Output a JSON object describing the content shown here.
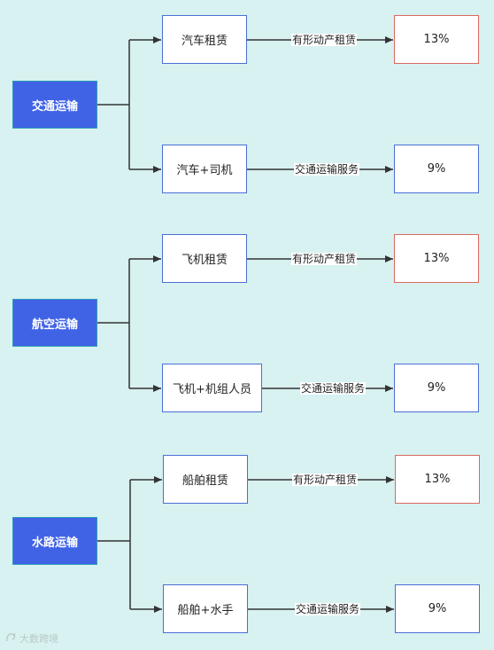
{
  "groups": [
    {
      "category": "交通运输",
      "items": [
        {
          "name": "汽车租赁",
          "service": "有形动产租赁",
          "rate": "13%"
        },
        {
          "name": "汽车+司机",
          "service": "交通运输服务",
          "rate": "9%"
        }
      ]
    },
    {
      "category": "航空运输",
      "items": [
        {
          "name": "飞机租赁",
          "service": "有形动产租赁",
          "rate": "13%"
        },
        {
          "name": "飞机+机组人员",
          "service": "交通运输服务",
          "rate": "9%"
        }
      ]
    },
    {
      "category": "水路运输",
      "items": [
        {
          "name": "船舶租赁",
          "service": "有形动产租赁",
          "rate": "13%"
        },
        {
          "name": "船舶+水手",
          "service": "交通运输服务",
          "rate": "9%"
        }
      ]
    }
  ],
  "colors": {
    "category_fill": "#4063e6",
    "item_border": "#4a6fd6",
    "rate_highlight_border": "#d9695f",
    "line": "#333333",
    "background": "#d8f1f1"
  },
  "watermark": {
    "icon": "watermark-logo-icon",
    "text": "大数跨境"
  }
}
